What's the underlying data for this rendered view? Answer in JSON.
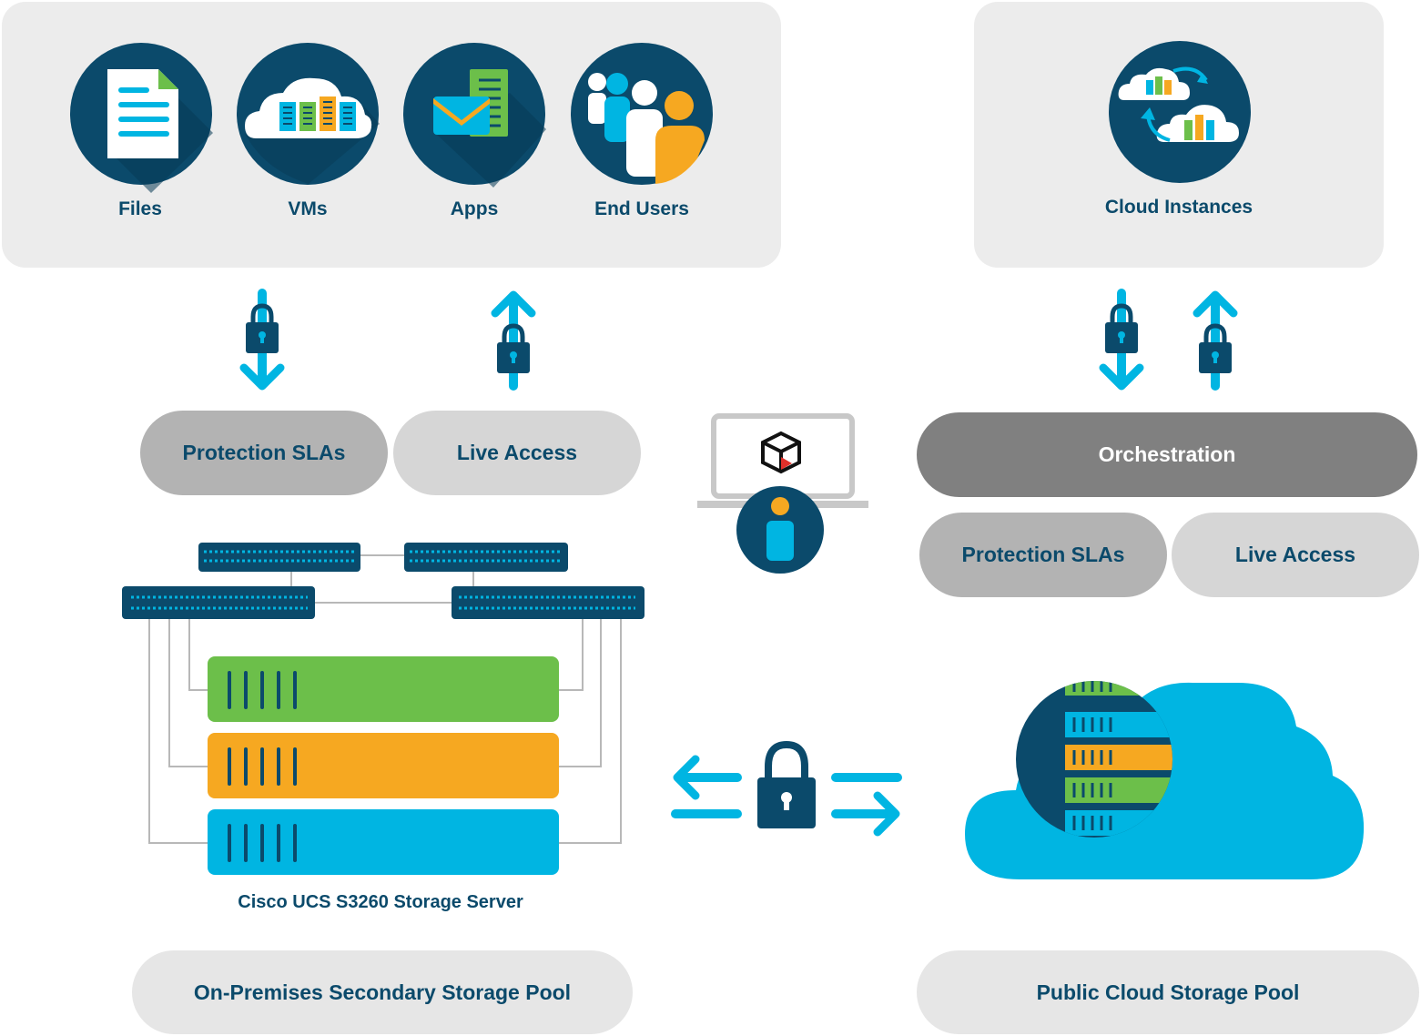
{
  "sources": {
    "items": [
      {
        "label": "Files",
        "icon": "file-icon"
      },
      {
        "label": "VMs",
        "icon": "vm-cloud-icon"
      },
      {
        "label": "Apps",
        "icon": "apps-email-icon"
      },
      {
        "label": "End Users",
        "icon": "users-icon"
      }
    ]
  },
  "cloud_instances": {
    "label": "Cloud Instances",
    "icon": "cloud-sync-icon"
  },
  "left_services": {
    "protection": "Protection SLAs",
    "live_access": "Live Access"
  },
  "right_services": {
    "orchestration": "Orchestration",
    "protection": "Protection SLAs",
    "live_access": "Live Access"
  },
  "storage_server": {
    "label": "Cisco UCS S3260 Storage Server"
  },
  "pools": {
    "on_prem": "On-Premises Secondary Storage Pool",
    "public_cloud": "Public Cloud Storage Pool"
  },
  "colors": {
    "navy": "#0b4a6b",
    "cyan": "#00b5e2",
    "green": "#6cbf4a",
    "orange": "#f6a821",
    "gray_dark": "#808080",
    "gray_mid": "#b3b3b3",
    "gray_light": "#d6d6d6",
    "panel": "#ececec"
  }
}
